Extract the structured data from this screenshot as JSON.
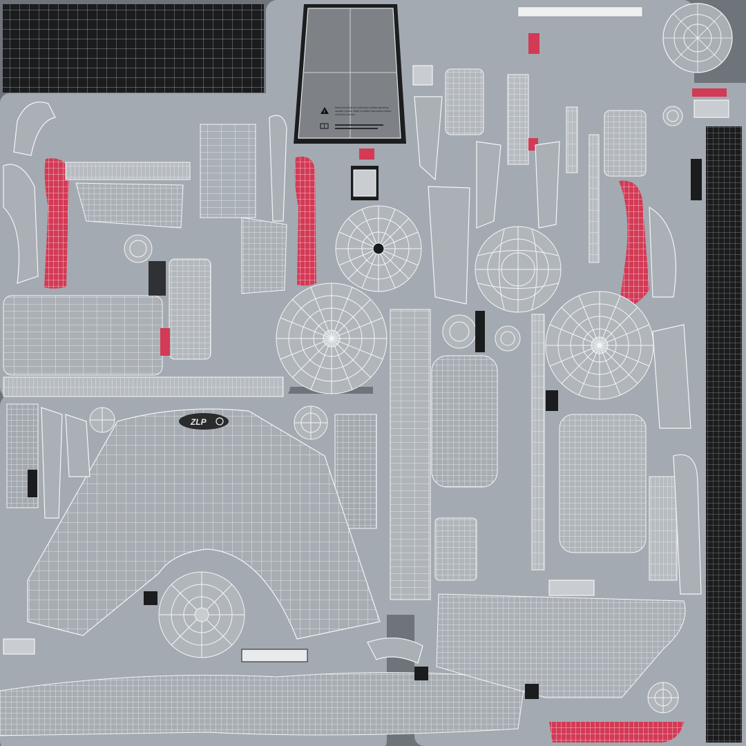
{
  "texture": {
    "kind": "uv-wireframe-atlas",
    "colors": {
      "background": "#6d7278",
      "island_fill": "#a4aab1",
      "island_fill_light": "#b8bdc2",
      "wire": "#f4f6f8",
      "accent_red": "#d23a55",
      "dark_panel": "#1c1d1f"
    }
  },
  "warning_label": {
    "line1": "Read and follow all instructions before operating",
    "line2": "speaker system. Refer to safety instructions before",
    "line3": "using this product.",
    "icon_names": [
      "warning-triangle-icon",
      "book-icon"
    ]
  },
  "logo": {
    "text": "ZLP",
    "icon": "swirl-logo-icon"
  }
}
